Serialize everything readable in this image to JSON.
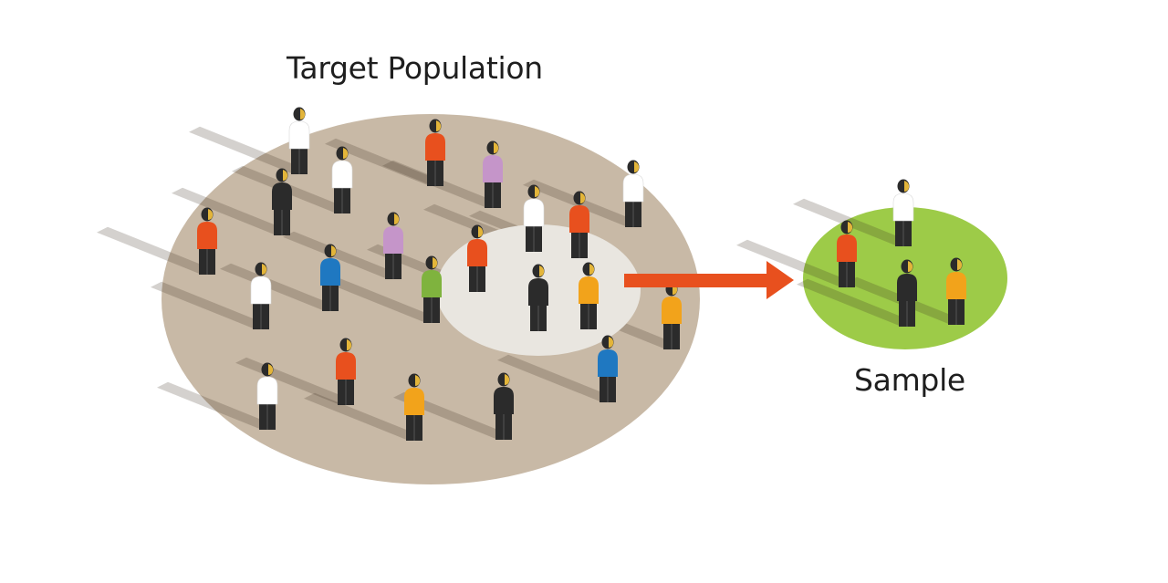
{
  "title": "Target Population",
  "sample_label": "Sample",
  "colors": {
    "background": "#ffffff",
    "population_area": "#c8b9a6",
    "selected_area": "#e9e6e0",
    "sample_area": "#9dcb48",
    "arrow": "#e8501e",
    "head_dark": "#2b2b2b",
    "head_face": "#e3b53a",
    "legs": "#2b2b2b"
  },
  "shirt_colors": {
    "white": "#ffffff",
    "red": "#e8501e",
    "purple": "#c595c9",
    "black": "#2b2b2b",
    "blue": "#1f78c1",
    "green": "#7fb33e",
    "orange": "#f2a31b"
  },
  "population_people": [
    "white",
    "red",
    "purple",
    "white",
    "black",
    "white",
    "red",
    "white",
    "red",
    "purple",
    "blue",
    "white",
    "red",
    "green",
    "black",
    "orange",
    "orange",
    "white",
    "red",
    "orange",
    "black",
    "blue"
  ],
  "sample_people": [
    "white",
    "red",
    "black",
    "orange"
  ]
}
